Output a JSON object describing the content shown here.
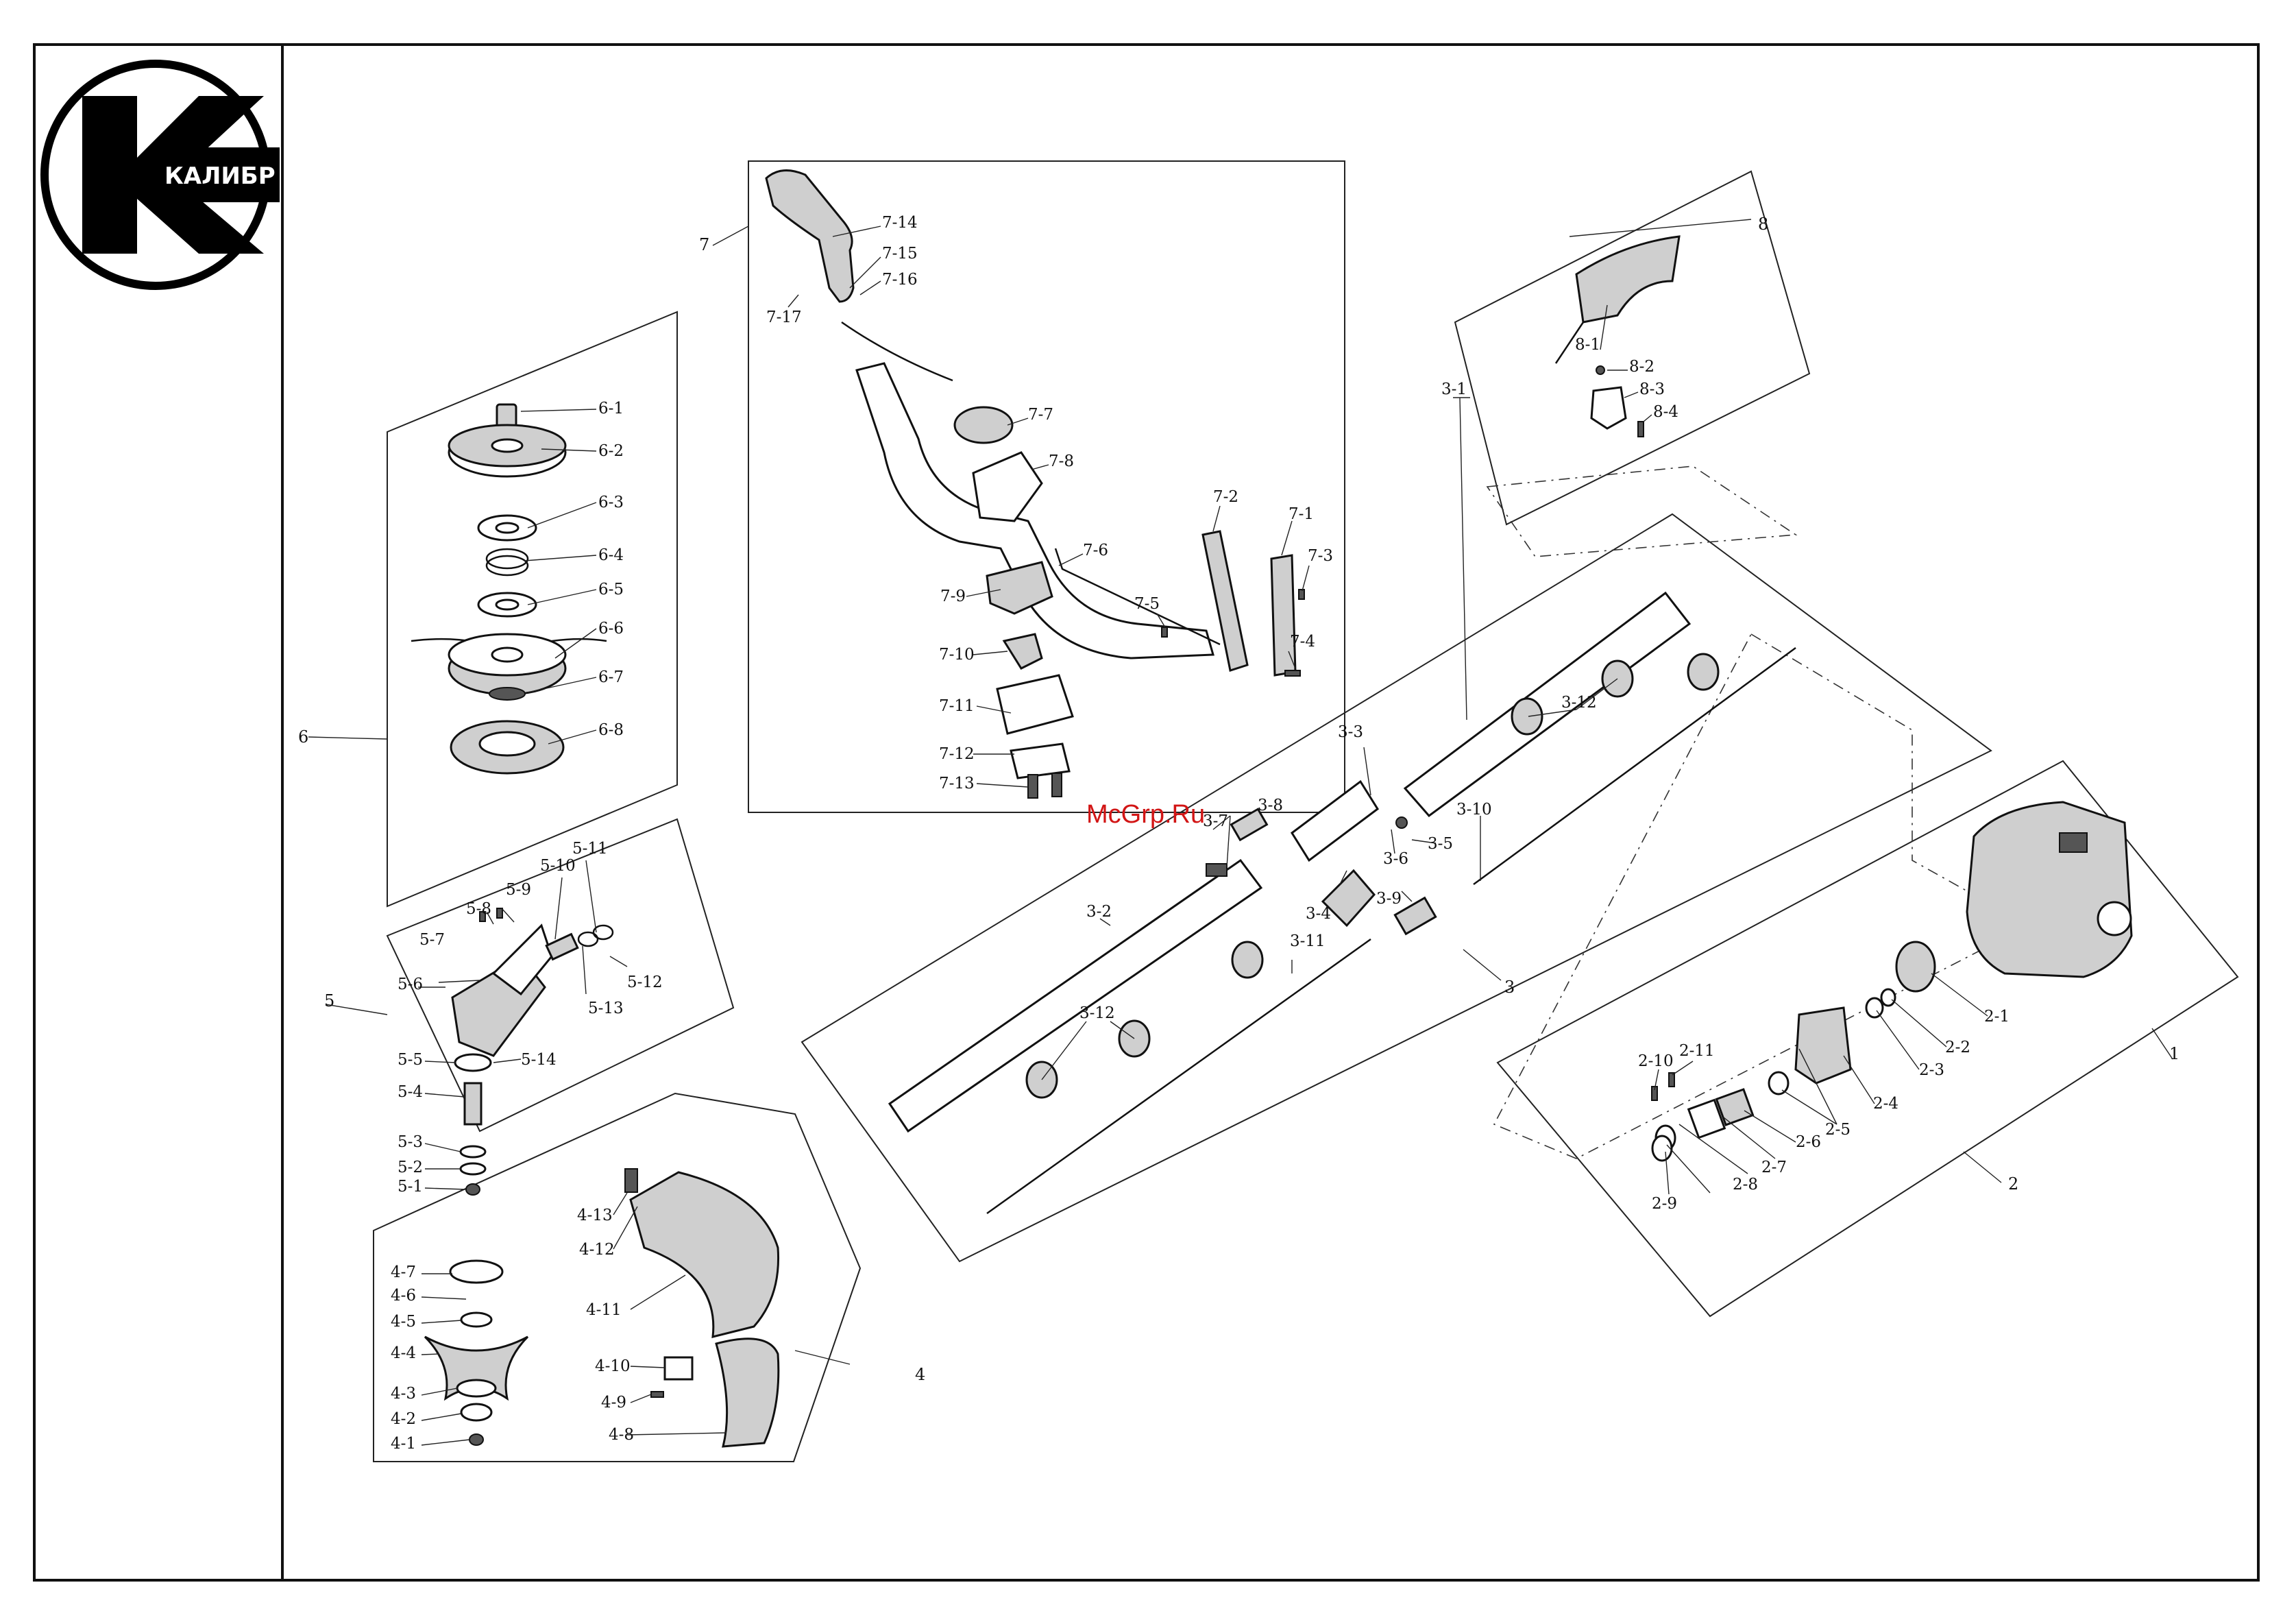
{
  "brand": {
    "logo_text": "КАЛИБР"
  },
  "watermark": "McGrp.Ru",
  "groups": {
    "g1": "1",
    "g2": "2",
    "g3": "3",
    "g4": "4",
    "g5": "5",
    "g6": "6",
    "g7": "7",
    "g8": "8"
  },
  "labels": {
    "p6_1": "6-1",
    "p6_2": "6-2",
    "p6_3": "6-3",
    "p6_4": "6-4",
    "p6_5": "6-5",
    "p6_6": "6-6",
    "p6_7": "6-7",
    "p6_8": "6-8",
    "p7_1": "7-1",
    "p7_2": "7-2",
    "p7_3": "7-3",
    "p7_4": "7-4",
    "p7_5": "7-5",
    "p7_6": "7-6",
    "p7_7": "7-7",
    "p7_8": "7-8",
    "p7_9": "7-9",
    "p7_10": "7-10",
    "p7_11": "7-11",
    "p7_12": "7-12",
    "p7_13": "7-13",
    "p7_14": "7-14",
    "p7_15": "7-15",
    "p7_16": "7-16",
    "p7_17": "7-17",
    "p8_1": "8-1",
    "p8_2": "8-2",
    "p8_3": "8-3",
    "p8_4": "8-4",
    "p3_1": "3-1",
    "p3_2": "3-2",
    "p3_3": "3-3",
    "p3_4": "3-4",
    "p3_5": "3-5",
    "p3_6": "3-6",
    "p3_7": "3-7",
    "p3_8": "3-8",
    "p3_9": "3-9",
    "p3_10": "3-10",
    "p3_11": "3-11",
    "p3_12a": "3-12",
    "p3_12b": "3-12",
    "p5_1": "5-1",
    "p5_2": "5-2",
    "p5_3": "5-3",
    "p5_4": "5-4",
    "p5_5": "5-5",
    "p5_6": "5-6",
    "p5_7": "5-7",
    "p5_8": "5-8",
    "p5_9": "5-9",
    "p5_10": "5-10",
    "p5_11": "5-11",
    "p5_12": "5-12",
    "p5_13": "5-13",
    "p5_14": "5-14",
    "p4_1": "4-1",
    "p4_2": "4-2",
    "p4_3": "4-3",
    "p4_4": "4-4",
    "p4_5": "4-5",
    "p4_6": "4-6",
    "p4_7": "4-7",
    "p4_8": "4-8",
    "p4_9": "4-9",
    "p4_10": "4-10",
    "p4_11": "4-11",
    "p4_12": "4-12",
    "p4_13": "4-13",
    "p2_1": "2-1",
    "p2_2": "2-2",
    "p2_3": "2-3",
    "p2_4": "2-4",
    "p2_5": "2-5",
    "p2_6": "2-6",
    "p2_7": "2-7",
    "p2_8": "2-8",
    "p2_9": "2-9",
    "p2_10": "2-10",
    "p2_11": "2-11"
  },
  "colors": {
    "line": "#111111",
    "watermark": "#d21515"
  }
}
